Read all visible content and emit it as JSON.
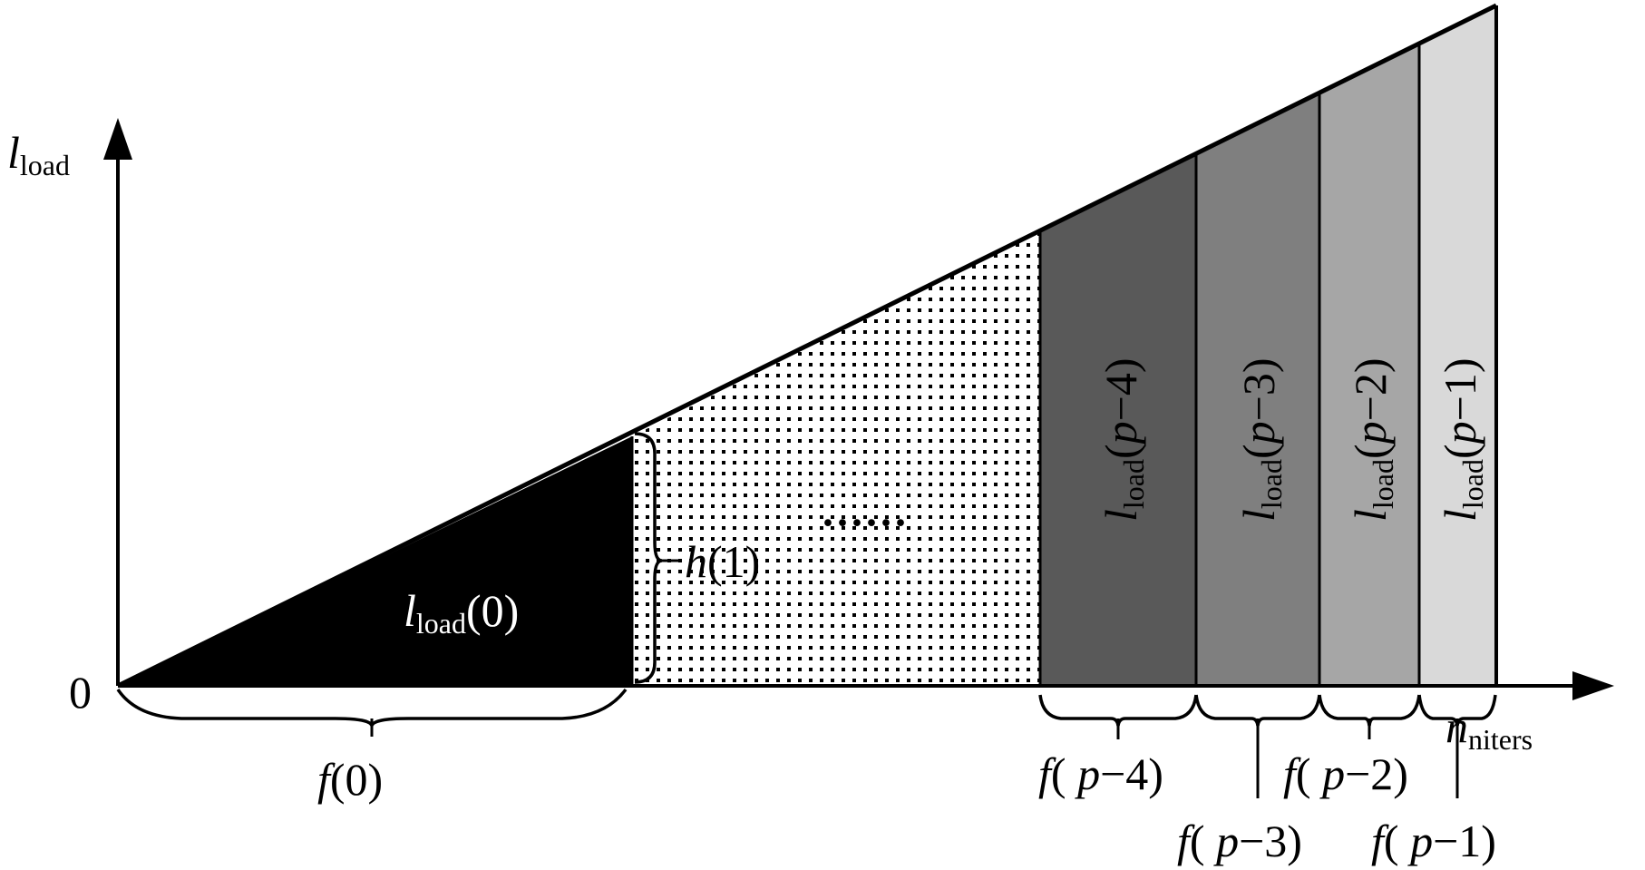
{
  "colors": {
    "black": "#000000",
    "stripe_p4": "#595959",
    "stripe_p3": "#7f7f7f",
    "stripe_p2": "#a6a6a6",
    "stripe_p1": "#d9d9d9",
    "dots": "#000000",
    "background": "#ffffff"
  },
  "axes": {
    "y_label_main": "l",
    "y_label_sub": "load",
    "x_label_main": "n",
    "x_label_sub": "niters",
    "origin_label": "0"
  },
  "regions": {
    "black": {
      "main": "l",
      "sub": "load",
      "arg": "(0)"
    },
    "dots": {
      "ellipsis": "······"
    },
    "p4": {
      "main": "l",
      "sub": "load",
      "arg_open": "(",
      "arg_var": "p",
      "arg_rest": "−4)"
    },
    "p3": {
      "main": "l",
      "sub": "load",
      "arg_open": "(",
      "arg_var": "p",
      "arg_rest": "−3)"
    },
    "p2": {
      "main": "l",
      "sub": "load",
      "arg_open": "(",
      "arg_var": "p",
      "arg_rest": "−2)"
    },
    "p1": {
      "main": "l",
      "sub": "load",
      "arg_open": "(",
      "arg_var": "p",
      "arg_rest": "−1)"
    }
  },
  "annotations": {
    "h1": {
      "fn": "h",
      "arg": "(1)"
    },
    "f0": {
      "fn": "f",
      "arg": "(0)"
    },
    "fp4": {
      "fn": "f",
      "open": "( ",
      "var": "p",
      "rest": "−4)"
    },
    "fp3": {
      "fn": "f",
      "open": "( ",
      "var": "p",
      "rest": "−3)"
    },
    "fp2": {
      "fn": "f",
      "open": "( ",
      "var": "p",
      "rest": "−2)"
    },
    "fp1": {
      "fn": "f",
      "open": "( ",
      "var": "p",
      "rest": "−1)"
    }
  }
}
